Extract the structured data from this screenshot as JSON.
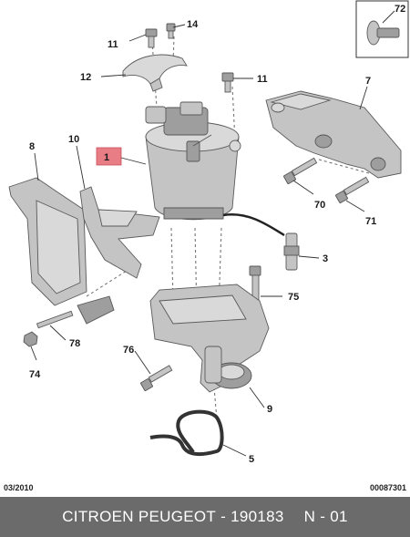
{
  "callouts": {
    "c1": "1",
    "c3": "3",
    "c5": "5",
    "c7": "7",
    "c8": "8",
    "c9": "9",
    "c10": "10",
    "c11a": "11",
    "c11b": "11",
    "c12": "12",
    "c14": "14",
    "c70": "70",
    "c71": "71",
    "c72": "72",
    "c74": "74",
    "c75": "75",
    "c76": "76",
    "c78": "78"
  },
  "footer": {
    "date": "03/2010",
    "ref": "00087301"
  },
  "banner": {
    "brand": "CITROEN PEUGEOT",
    "separator": "-",
    "part_number": "190183",
    "sheet": "N - 01"
  },
  "colors": {
    "highlight": "#e87d86",
    "banner_bg": "#6b6b6b",
    "part_fill": "#c4c4c4"
  }
}
